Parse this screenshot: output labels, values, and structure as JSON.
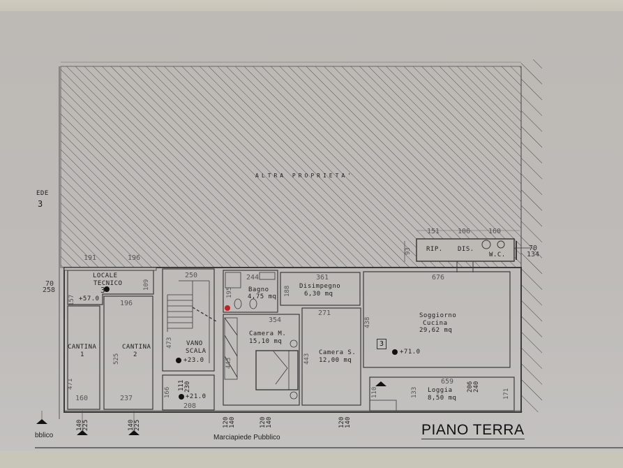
{
  "document": {
    "title": "PIANO TERRA",
    "neighbor_label": "ALTRA PROPRIETA'",
    "left_edge_text": {
      "line1": "EDE",
      "line2": "3"
    },
    "street_labels": {
      "left": "bblico",
      "bottom": "Marciapiede Pubblico"
    }
  },
  "rooms": [
    {
      "id": "locale-tecnico",
      "name_line1": "LOCALE",
      "name_line2": "TECNICO",
      "number": "3",
      "elevation": "+57.0"
    },
    {
      "id": "cantina-1",
      "name_line1": "CANTINA",
      "name_line2": "1"
    },
    {
      "id": "cantina-2",
      "name_line1": "CANTINA",
      "name_line2": "2"
    },
    {
      "id": "vano-scala",
      "name_line1": "VANO",
      "name_line2": "SCALA",
      "elevation": "+23.0"
    },
    {
      "id": "landing",
      "elevation": "+21.0"
    },
    {
      "id": "bagno",
      "name_line1": "Bagno",
      "name_line2": "4,75 mq"
    },
    {
      "id": "disimpegno",
      "name_line1": "Disimpegno",
      "name_line2": "6,30 mq"
    },
    {
      "id": "camera-m",
      "name_line1": "Camera M.",
      "name_line2": "15,10 mq"
    },
    {
      "id": "camera-s",
      "name_line1": "Camera S.",
      "name_line2": "12,00 mq"
    },
    {
      "id": "soggiorno",
      "name_line1": "Soggiorno",
      "name_line2": "Cucina",
      "name_line3": "29,62 mq",
      "number": "3",
      "elevation": "+71.0"
    },
    {
      "id": "loggia",
      "name_line1": "Loggia",
      "name_line2": "8,50 mq"
    },
    {
      "id": "rip",
      "name_line1": "RIP."
    },
    {
      "id": "dis",
      "name_line1": "DIS."
    },
    {
      "id": "wc",
      "name_line1": "W.C."
    }
  ],
  "dimensions": {
    "top_left_1": "191",
    "top_left_2": "196",
    "locale_side_top": "70",
    "locale_side_bottom": "258",
    "locale_157": "157",
    "locale_109": "109",
    "cantina_196": "196",
    "cantina_525": "525",
    "cantina_471": "471",
    "cantina_160": "160",
    "cantina_237": "237",
    "scala_250": "250",
    "scala_473": "473",
    "landing_166": "166",
    "landing_111": "111",
    "landing_230": "230",
    "landing_208": "208",
    "bagno_244": "244",
    "bagno_195": "195",
    "bagno_354": "354",
    "disimpegno_361": "361",
    "disimpegno_188": "188",
    "camera_m_443": "443",
    "camera_s_271": "271",
    "camera_s_443": "443",
    "soggiorno_676": "676",
    "soggiorno_438": "438",
    "upper_151": "151",
    "upper_106": "106",
    "upper_160": "160",
    "upper_93": "93",
    "upper_side_70": "70",
    "upper_side_134": "134",
    "loggia_659": "659",
    "loggia_110": "110",
    "loggia_133": "133",
    "loggia_206": "206",
    "loggia_240": "240",
    "loggia_171": "171",
    "window_pairs": [
      {
        "a": "140",
        "b": "225"
      },
      {
        "a": "140",
        "b": "225"
      },
      {
        "a": "120",
        "b": "140"
      },
      {
        "a": "120",
        "b": "140"
      },
      {
        "a": "120",
        "b": "140"
      }
    ]
  },
  "colors": {
    "paper": "#bdb9b5",
    "line": "#3a3a3a",
    "hatch": "#4a4a4a",
    "marker_red": "#c0202a"
  }
}
